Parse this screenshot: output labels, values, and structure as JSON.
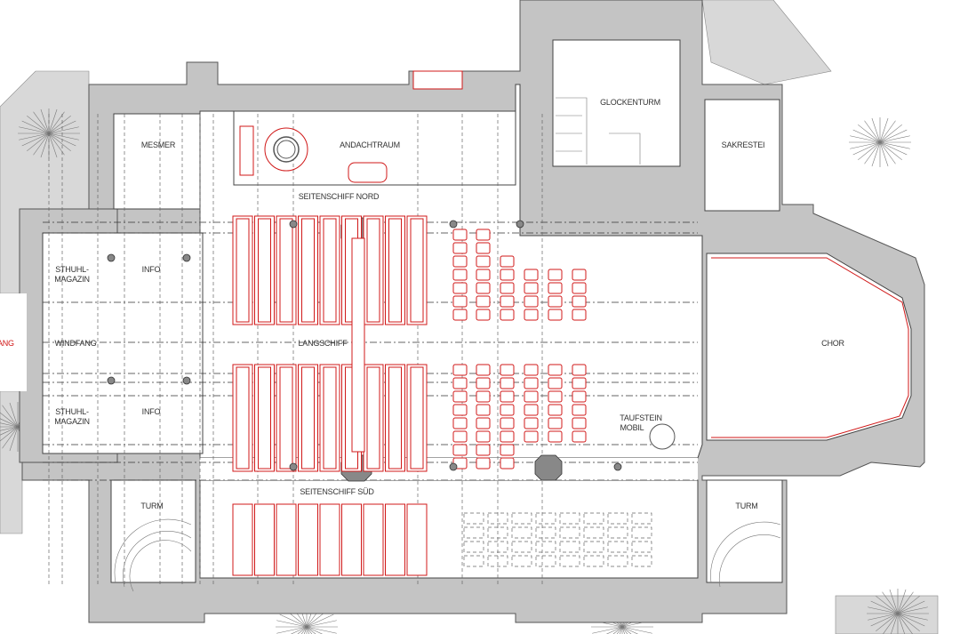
{
  "plan": {
    "rooms": {
      "mesmer": "MESMER",
      "andachtraum": "ANDACHTRAUM",
      "glockenturm": "GLOCKENTURM",
      "sakrestei": "SAKRESTEI",
      "seitenschiff_nord": "SEITENSCHIFF NORD",
      "stuhlmagazin_line1": "STHUHL-",
      "stuhlmagazin_line2": "MAGAZIN",
      "info": "INFO",
      "windfang": "WINDFANG",
      "windfang_cut": "FANG",
      "langschiff": "LANGSCHIFF",
      "chor": "CHOR",
      "taufstein_line1": "TAUFSTEIN",
      "taufstein_line2": "MOBIL",
      "seitenschiff_sued": "SEITENSCHIFF SÜD",
      "turm": "TURM"
    },
    "colors": {
      "wall": "#c4c4c4",
      "furniture": "#d01818",
      "line": "#333333"
    }
  }
}
